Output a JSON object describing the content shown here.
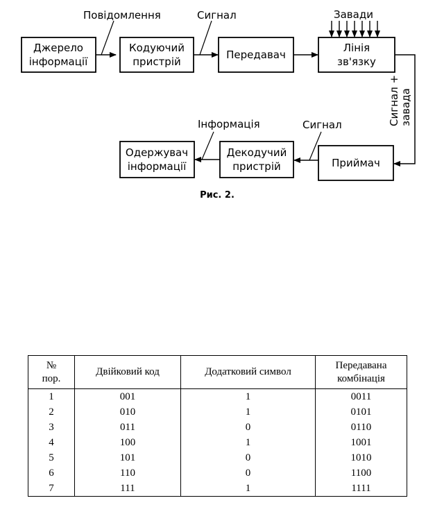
{
  "diagram": {
    "blocks": {
      "source": [
        "Джерело",
        "інформації"
      ],
      "encoder": [
        "Кодуючий",
        "пристрій"
      ],
      "transmitter": [
        "Передавач"
      ],
      "channel": [
        "Лінія",
        "зв'язку"
      ],
      "receiver": [
        "Приймач"
      ],
      "decoder": [
        "Декодучий",
        "пристрій"
      ],
      "recipient": [
        "Одержувач",
        "інформації"
      ]
    },
    "labels": {
      "message": "Повідомлення",
      "signal_top": "Сигнал",
      "noise": "Завади",
      "signal_noise_1": "Сигнал +",
      "signal_noise_2": "завада",
      "signal_bottom": "Сигнал",
      "information": "Інформація"
    },
    "caption": "Рис. 2."
  },
  "table": {
    "headers": {
      "num_1": "№",
      "num_2": "пор.",
      "binary": "Двійковий код",
      "extra": "Додатковий символ",
      "transmitted_1": "Передавана",
      "transmitted_2": "комбінація"
    },
    "rows": [
      [
        "1",
        "001",
        "1",
        "0011"
      ],
      [
        "2",
        "010",
        "1",
        "0101"
      ],
      [
        "3",
        "011",
        "0",
        "0110"
      ],
      [
        "4",
        "100",
        "1",
        "1001"
      ],
      [
        "5",
        "101",
        "0",
        "1010"
      ],
      [
        "6",
        "110",
        "0",
        "1100"
      ],
      [
        "7",
        "111",
        "1",
        "1111"
      ]
    ]
  }
}
